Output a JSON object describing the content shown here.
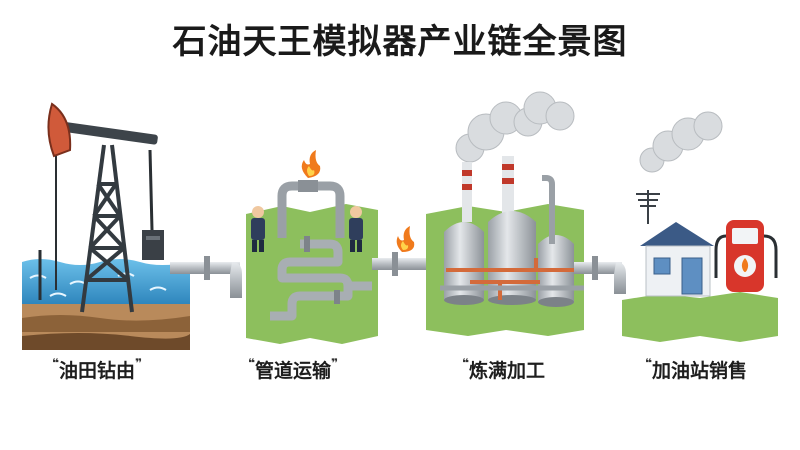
{
  "title": "石油天王模拟器产业链全景图",
  "stages": [
    {
      "label": "油田钻由",
      "prefix": "❝",
      "suffix": "❞"
    },
    {
      "label": "管道运输",
      "prefix": "❝",
      "suffix": "❞"
    },
    {
      "label": "炼满加工",
      "prefix": "❝",
      "suffix": ""
    },
    {
      "label": "加油站销售",
      "prefix": "❝",
      "suffix": ""
    }
  ],
  "colors": {
    "grass": "#8dbf5d",
    "water": "#4aa6d6",
    "soil": "#a77a4e",
    "pipe": "#c9cdd1",
    "flame": "#f07a1c",
    "chimney_red": "#c0392b",
    "house_roof": "#3b5a86",
    "pump_red": "#d8362b"
  }
}
